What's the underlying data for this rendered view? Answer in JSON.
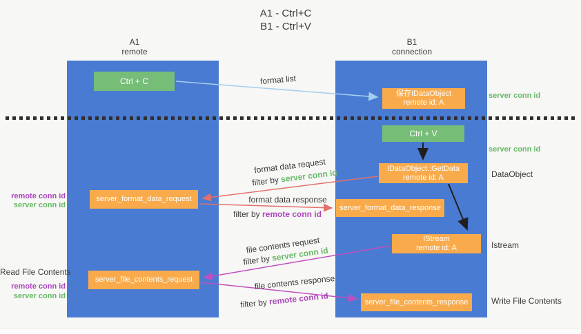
{
  "title": {
    "line1": "A1 - Ctrl+C",
    "line2": "B1 - Ctrl+V"
  },
  "columns": {
    "left": {
      "name": "A1",
      "subtitle": "remote"
    },
    "right": {
      "name": "B1",
      "subtitle": "connection"
    }
  },
  "boxes": {
    "ctrl_c": {
      "label": "Ctrl + C"
    },
    "save_dataobject": {
      "line1": "保存IDataObject",
      "line2": "remote id: A"
    },
    "ctrl_v": {
      "label": "Ctrl + V"
    },
    "getdata": {
      "line1": "IDataObject::GetData",
      "line2": "remote id: A"
    },
    "format_request": {
      "label": "server_format_data_request"
    },
    "format_response": {
      "label": "server_format_data_response"
    },
    "istream": {
      "line1": "IStream",
      "line2": "remote id: A"
    },
    "file_request": {
      "label": "server_file_contents_request"
    },
    "file_response": {
      "label": "server_file_contents_response"
    }
  },
  "side_labels": {
    "server_conn_id_top": "server conn id",
    "server_conn_id_mid": "server conn id",
    "dataobject": "DataObject",
    "istream": "Istream",
    "write_file_contents": "Write File Contents",
    "remote_conn_id_left_top": "remote conn id",
    "server_conn_id_left_top": "server conn id",
    "read_file_contents": "Read File Contents",
    "remote_conn_id_left_bottom": "remote conn id",
    "server_conn_id_left_bottom": "server conn id"
  },
  "arrow_labels": {
    "format_list": "format list",
    "format_data_request": "format data request",
    "format_data_response": "format data response",
    "file_contents_request": "file contents request",
    "file_contents_response": "file contents response",
    "filter_by": "filter by ",
    "server_conn_id": "server conn id",
    "remote_conn_id": "remote conn id"
  },
  "colors": {
    "background": "#f7f7f5",
    "column_blue": "#4a7bd2",
    "box_orange": "#f9ab4b",
    "box_green": "#76bd78",
    "label_green": "#67b968",
    "label_purple": "#ab47bc",
    "text_dark": "#3c3c3c",
    "arrow_light_blue": "#a5cfee",
    "arrow_red": "#e4706b",
    "arrow_magenta": "#c14fc1",
    "arrow_black": "#1f1f1f",
    "dotted_line": "#2e2e2e"
  }
}
